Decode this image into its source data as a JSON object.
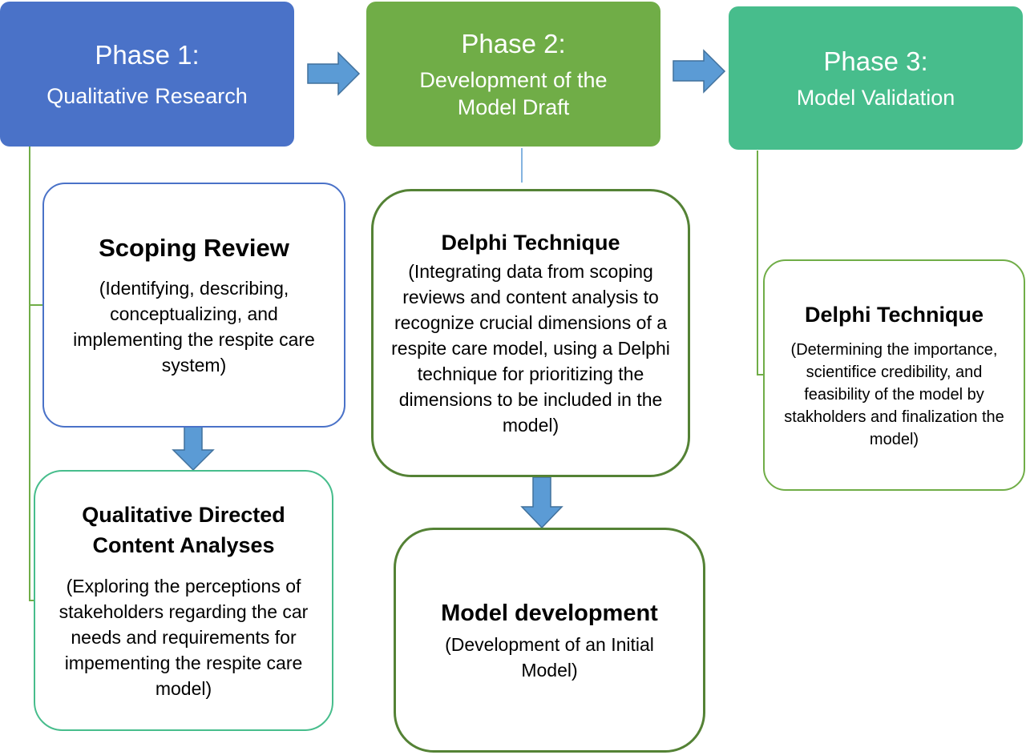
{
  "phases": [
    {
      "title": "Phase 1:",
      "subtitle": "Qualitative Research",
      "color": "#4a72c8"
    },
    {
      "title": "Phase 2:",
      "subtitle": "Development of the Model Draft",
      "color": "#70ad47"
    },
    {
      "title": "Phase 3:",
      "subtitle": "Model Validation",
      "color": "#47bd8c"
    }
  ],
  "boxes": {
    "scoping_review": {
      "title": "Scoping Review",
      "body": "(Identifying, describing, conceptualizing, and implementing the respite care system)"
    },
    "qualitative_content": {
      "title": "Qualitative Directed Content Analyses",
      "body": "(Exploring the perceptions of stakeholders regarding the car needs and requirements for impementing the respite care model)"
    },
    "delphi_phase2": {
      "title": "Delphi Technique",
      "body": "(Integrating data from scoping reviews and content analysis to recognize crucial dimensions of a respite care model, using a Delphi technique for prioritizing the dimensions to be included in the model)"
    },
    "model_development": {
      "title": "Model development",
      "body": "(Development of an Initial Model)"
    },
    "delphi_phase3": {
      "title": "Delphi Technique",
      "body": "(Determining the importance, scientifice credibility, and feasibility of the model by stakholders and finalization the model)"
    }
  },
  "colors": {
    "arrow_fill": "#5b9bd5",
    "arrow_stroke": "#41719c",
    "green_line": "#70ad47",
    "blue_line": "#5b9bd5"
  }
}
